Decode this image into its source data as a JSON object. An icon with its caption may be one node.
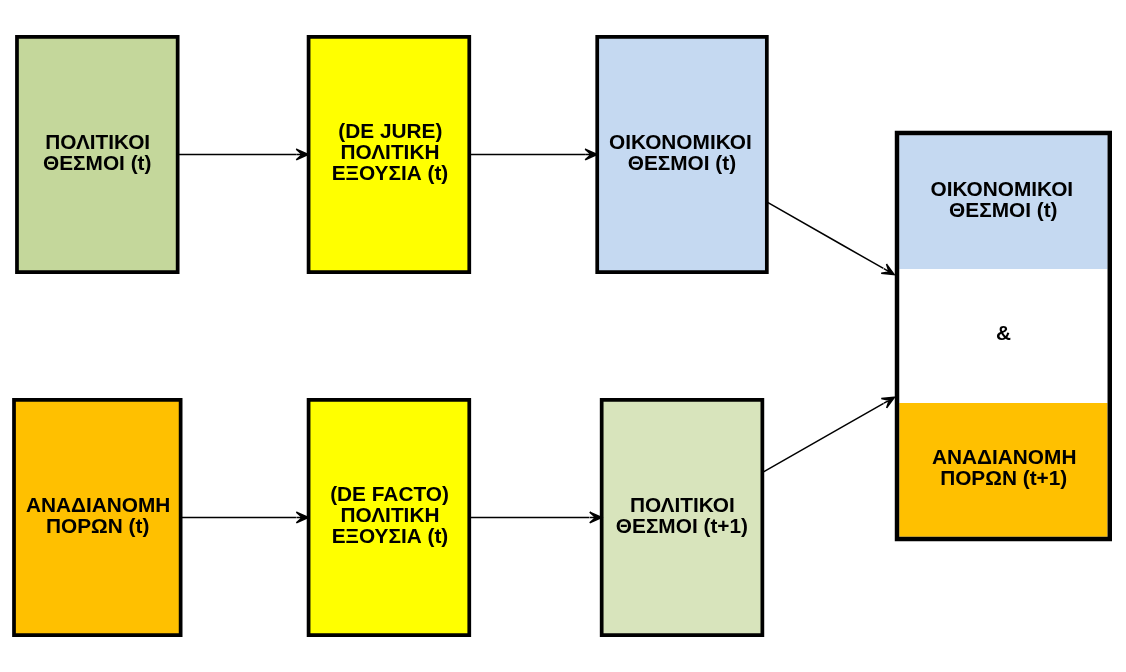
{
  "diagram": {
    "nodes": [
      {
        "text": [
          "ΠΟΛΙΤΙΚΟΙ ΘΕΣΜΟΙ (t)"
        ]
      },
      {
        "text": [
          "(DE JURE) ΠΟΛΙΤΙΚΗ ΕΞΟΥΣΙΑ (t)"
        ]
      },
      {
        "text": [
          "ΟΙΚΟΝΟΜΙΚΟΙ ΘΕΣΜΟΙ (t)"
        ]
      },
      {
        "text": [
          "ΑΝΑΔΙΑΝΟΜΗ ΠΟΡΩΝ (t)"
        ]
      },
      {
        "text": [
          "(DE FACTO) ΠΟΛΙΤΙΚΗ ΕΞΟΥΣΙΑ (t)"
        ]
      },
      {
        "text": [
          "ΠΟΛΙΤΙΚΟΙ ΘΕΣΜΟΙ (t+1)"
        ]
      },
      {
        "text": [
          "ΟΙΚΟΝΟΜΙΚΟΙ ΘΕΣΜΟΙ (t)",
          "&",
          "ΑΝΑΔΙΑΝΟΜΗ ΠΟΡΩΝ (t+1)"
        ]
      }
    ],
    "edges": [
      {
        "from": 0,
        "to": 1,
        "arrow": "to"
      },
      {
        "from": 1,
        "to": 2,
        "arrow": "to"
      },
      {
        "from": 3,
        "to": 4,
        "arrow": "to"
      },
      {
        "from": 4,
        "to": 5,
        "arrow": "to"
      },
      {
        "from": 2,
        "to": 6,
        "arrow": "to"
      },
      {
        "from": 5,
        "to": 6,
        "arrow": "to"
      }
    ]
  }
}
